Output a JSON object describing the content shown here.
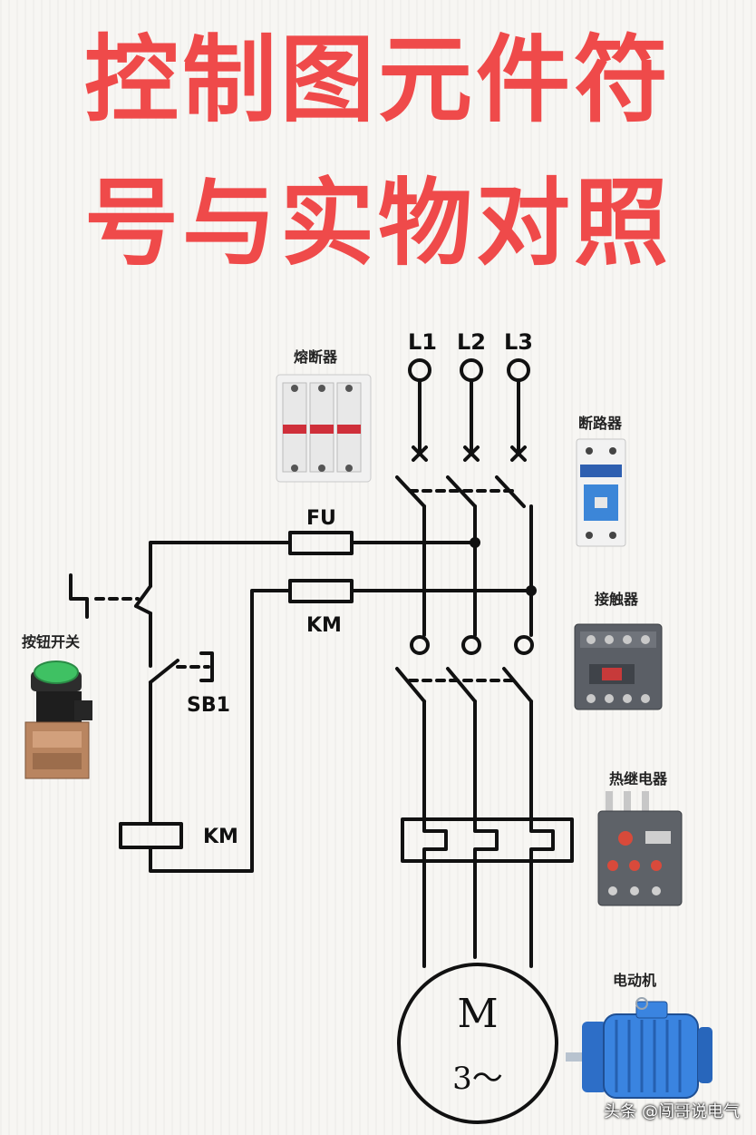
{
  "title": {
    "line1": "控制图元件符",
    "line2": "号与实物对照"
  },
  "phases": [
    "L1",
    "L2",
    "L3"
  ],
  "labels": {
    "fu": "FU",
    "km_contact": "KM",
    "sb1": "SB1",
    "km_coil": "KM"
  },
  "components": {
    "fuse": "熔断器",
    "breaker": "断路器",
    "button": "按钮开关",
    "contactor": "接触器",
    "thermal_relay": "热继电器",
    "motor": "电动机"
  },
  "motor": {
    "symbol": "M",
    "spec": "3～"
  },
  "watermark": "头条 @闯哥说电气",
  "colors": {
    "title": "#ef4a4a",
    "line": "#111111"
  }
}
